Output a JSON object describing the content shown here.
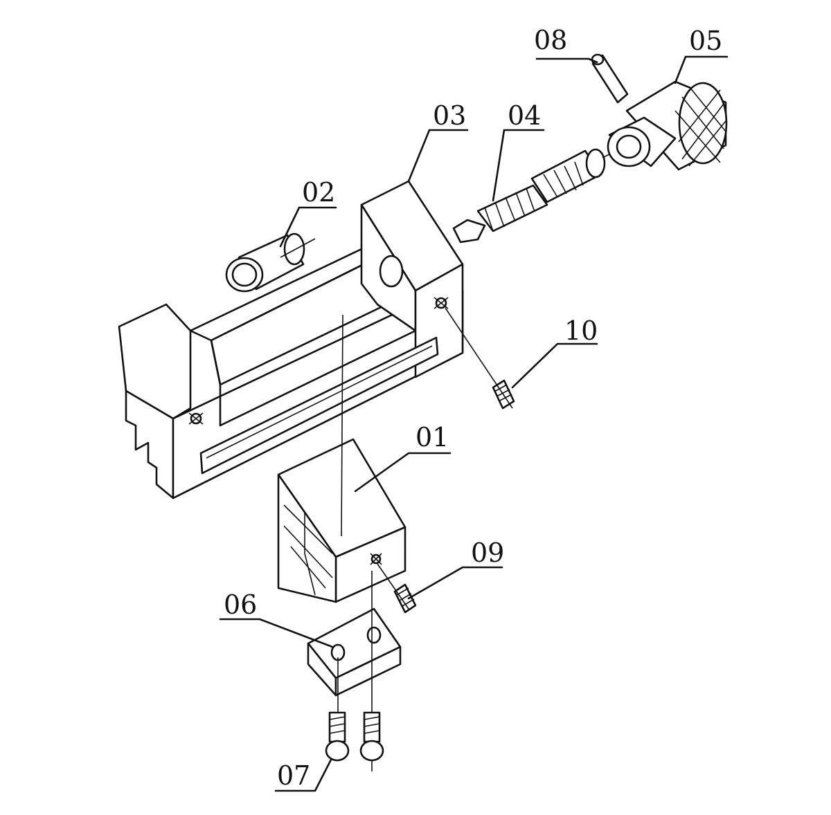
{
  "labels": {
    "p01": "01",
    "p02": "02",
    "p03": "03",
    "p04": "04",
    "p05": "05",
    "p06": "06",
    "p07": "07",
    "p08": "08",
    "p09": "09",
    "p10": "10"
  }
}
